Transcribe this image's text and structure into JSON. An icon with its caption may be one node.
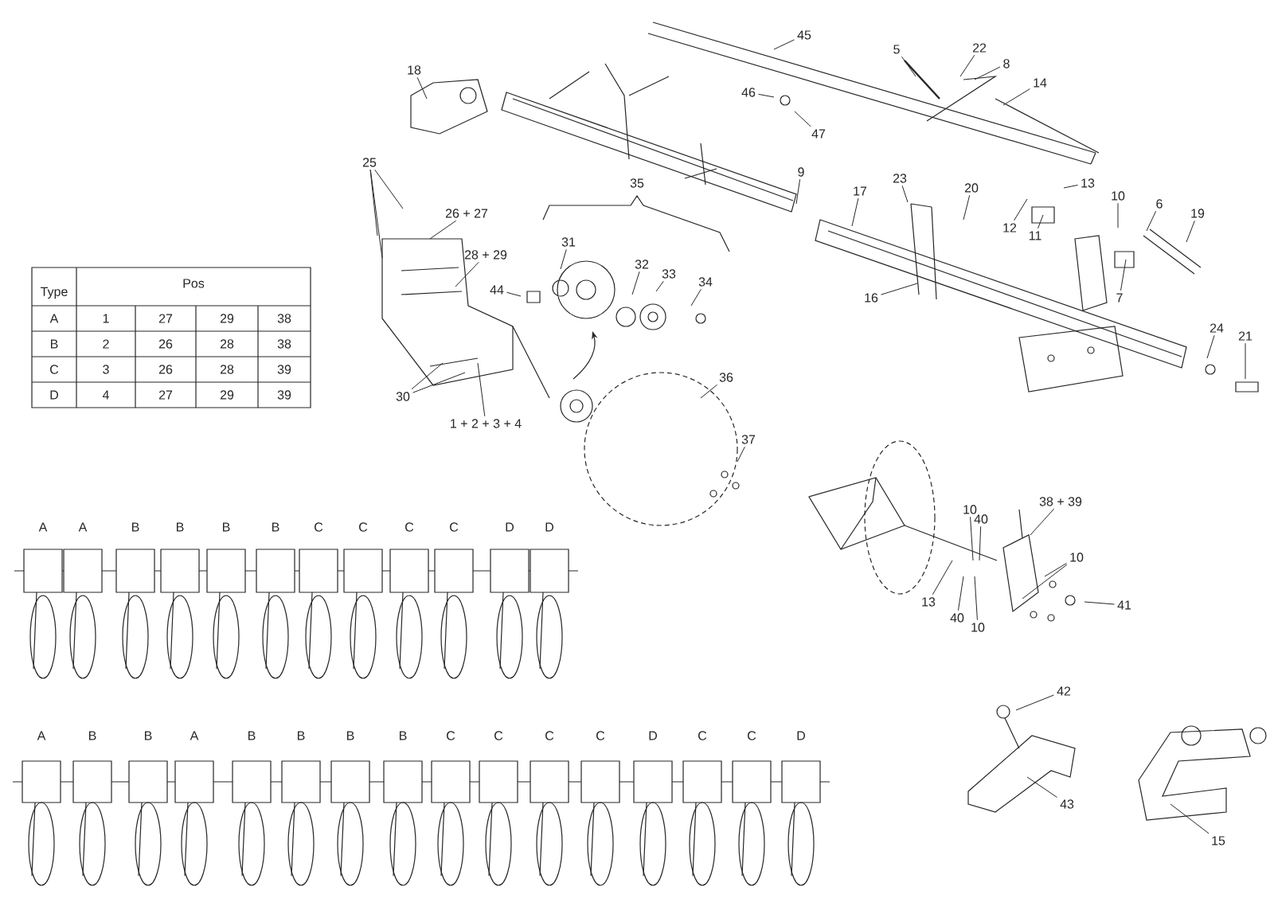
{
  "diagram": {
    "nodes": [
      {
        "text": [
          "45"
        ]
      },
      {
        "text": [
          "46"
        ]
      },
      {
        "text": [
          "47"
        ]
      },
      {
        "text": [
          "18"
        ]
      },
      {
        "text": [
          "5"
        ]
      },
      {
        "text": [
          "22"
        ]
      },
      {
        "text": [
          "8"
        ]
      },
      {
        "text": [
          "14"
        ]
      },
      {
        "text": [
          "9"
        ]
      },
      {
        "text": [
          "25"
        ]
      },
      {
        "text": [
          "26 + 27"
        ]
      },
      {
        "text": [
          "28 + 29"
        ]
      },
      {
        "text": [
          "44"
        ]
      },
      {
        "text": [
          "31"
        ]
      },
      {
        "text": [
          "32"
        ]
      },
      {
        "text": [
          "33"
        ]
      },
      {
        "text": [
          "34"
        ]
      },
      {
        "text": [
          "23"
        ]
      },
      {
        "text": [
          "17"
        ]
      },
      {
        "text": [
          "20"
        ]
      },
      {
        "text": [
          "13"
        ]
      },
      {
        "text": [
          "12"
        ]
      },
      {
        "text": [
          "11"
        ]
      },
      {
        "text": [
          "10"
        ]
      },
      {
        "text": [
          "6"
        ]
      },
      {
        "text": [
          "19"
        ]
      },
      {
        "text": [
          "7"
        ]
      },
      {
        "text": [
          "16"
        ]
      },
      {
        "text": [
          "24"
        ]
      },
      {
        "text": [
          "21"
        ]
      },
      {
        "text": [
          "30"
        ]
      },
      {
        "text": [
          "1 + 2 + 3 + 4"
        ]
      },
      {
        "text": [
          "36"
        ]
      },
      {
        "text": [
          "37"
        ]
      },
      {
        "text": [
          "38 + 39"
        ]
      },
      {
        "text": [
          "10"
        ]
      },
      {
        "text": [
          "40"
        ]
      },
      {
        "text": [
          "10"
        ]
      },
      {
        "text": [
          "41"
        ]
      },
      {
        "text": [
          "13"
        ]
      },
      {
        "text": [
          "40"
        ]
      },
      {
        "text": [
          "10"
        ]
      },
      {
        "text": [
          "42"
        ]
      },
      {
        "text": [
          "43"
        ]
      },
      {
        "text": [
          "15"
        ]
      }
    ],
    "edges": [
      {
        "from": 0,
        "to": null,
        "arrow": "none"
      },
      {
        "from": 1,
        "to": null,
        "arrow": "none"
      },
      {
        "from": 2,
        "to": null,
        "arrow": "none"
      },
      {
        "from": 3,
        "to": null,
        "arrow": "none"
      },
      {
        "from": 4,
        "to": null,
        "arrow": "none"
      },
      {
        "from": 5,
        "to": null,
        "arrow": "none"
      },
      {
        "from": 6,
        "to": null,
        "arrow": "none"
      },
      {
        "from": 7,
        "to": null,
        "arrow": "none"
      },
      {
        "from": 8,
        "to": null,
        "arrow": "none"
      },
      {
        "from": 9,
        "to": null,
        "arrow": "none"
      },
      {
        "from": 9,
        "to": null,
        "arrow": "none"
      },
      {
        "from": 9,
        "to": null,
        "arrow": "none"
      },
      {
        "from": 10,
        "to": null,
        "arrow": "none"
      },
      {
        "from": 11,
        "to": null,
        "arrow": "none"
      },
      {
        "from": 12,
        "to": null,
        "arrow": "none"
      },
      {
        "from": 13,
        "to": null,
        "arrow": "none"
      },
      {
        "from": 14,
        "to": null,
        "arrow": "none"
      },
      {
        "from": 15,
        "to": null,
        "arrow": "none"
      },
      {
        "from": 16,
        "to": null,
        "arrow": "none"
      },
      {
        "from": 17,
        "to": null,
        "arrow": "none"
      },
      {
        "from": 18,
        "to": null,
        "arrow": "none"
      },
      {
        "from": 19,
        "to": null,
        "arrow": "none"
      },
      {
        "from": 20,
        "to": null,
        "arrow": "none"
      },
      {
        "from": 21,
        "to": null,
        "arrow": "none"
      },
      {
        "from": 22,
        "to": null,
        "arrow": "none"
      },
      {
        "from": 23,
        "to": null,
        "arrow": "none"
      },
      {
        "from": 24,
        "to": null,
        "arrow": "none"
      },
      {
        "from": 25,
        "to": null,
        "arrow": "none"
      },
      {
        "from": 26,
        "to": null,
        "arrow": "none"
      },
      {
        "from": 27,
        "to": null,
        "arrow": "none"
      },
      {
        "from": 28,
        "to": null,
        "arrow": "none"
      },
      {
        "from": 29,
        "to": null,
        "arrow": "none"
      },
      {
        "from": 30,
        "to": null,
        "arrow": "none"
      },
      {
        "from": 30,
        "to": null,
        "arrow": "none"
      },
      {
        "from": 31,
        "to": null,
        "arrow": "none"
      },
      {
        "from": 32,
        "to": null,
        "arrow": "none"
      },
      {
        "from": 33,
        "to": null,
        "arrow": "none"
      },
      {
        "from": 34,
        "to": null,
        "arrow": "none"
      },
      {
        "from": 35,
        "to": null,
        "arrow": "none"
      },
      {
        "from": 36,
        "to": null,
        "arrow": "none"
      },
      {
        "from": 37,
        "to": null,
        "arrow": "none"
      },
      {
        "from": 37,
        "to": null,
        "arrow": "none"
      },
      {
        "from": 38,
        "to": null,
        "arrow": "none"
      },
      {
        "from": 39,
        "to": null,
        "arrow": "none"
      },
      {
        "from": 40,
        "to": null,
        "arrow": "none"
      },
      {
        "from": 41,
        "to": null,
        "arrow": "none"
      },
      {
        "from": 42,
        "to": null,
        "arrow": "none"
      },
      {
        "from": 43,
        "to": null,
        "arrow": "none"
      },
      {
        "from": 44,
        "to": null,
        "arrow": "none"
      }
    ],
    "labels": [
      "Type",
      "Pos",
      "A",
      "1",
      "27",
      "29",
      "38",
      "B",
      "2",
      "26",
      "28",
      "38",
      "C",
      "3",
      "26",
      "28",
      "39",
      "D",
      "4",
      "27",
      "29",
      "39",
      "35",
      "A",
      "A",
      "B",
      "B",
      "B",
      "B",
      "C",
      "C",
      "C",
      "C",
      "D",
      "D",
      "A",
      "B",
      "B",
      "A",
      "B",
      "B",
      "B",
      "B",
      "C",
      "C",
      "C",
      "C",
      "D",
      "C",
      "C",
      "D"
    ]
  }
}
